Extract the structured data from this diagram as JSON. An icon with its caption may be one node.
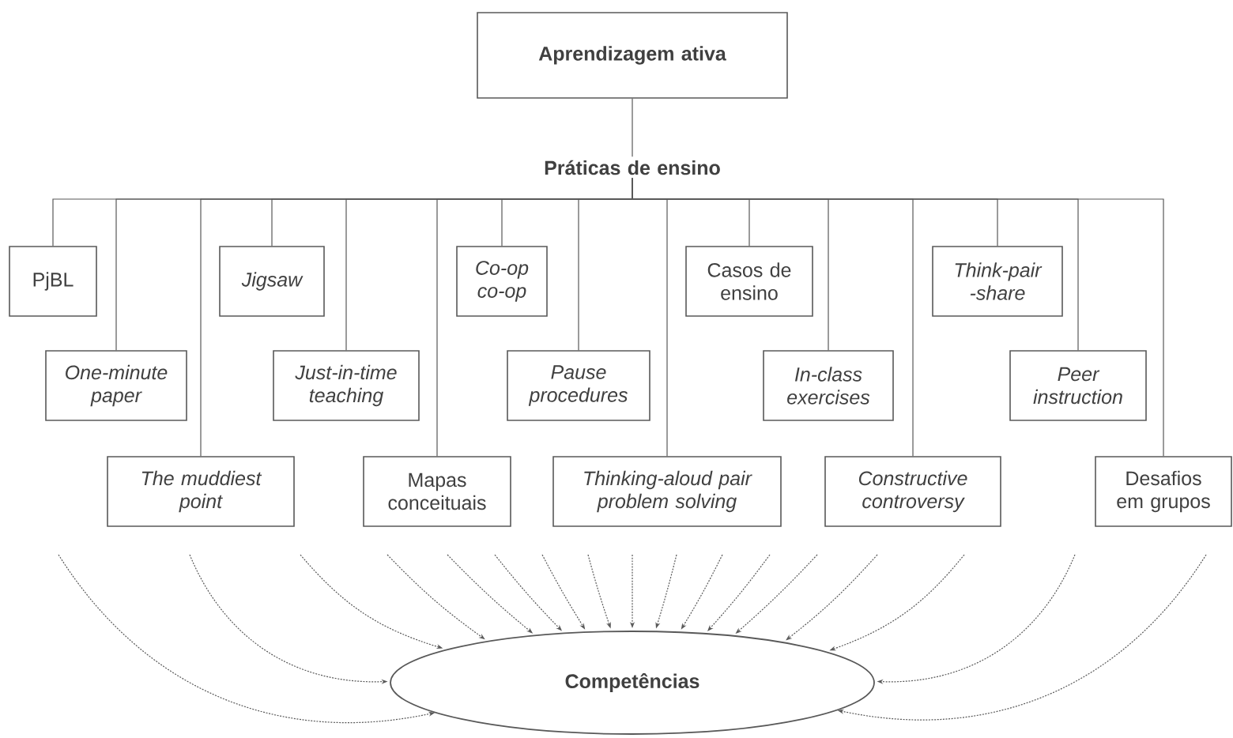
{
  "diagram": {
    "nodes": [
      {
        "text": [
          "Aprendizagem ativa"
        ]
      },
      {
        "text": [
          "Práticas de ensino"
        ]
      },
      {
        "text": [
          "PjBL"
        ]
      },
      {
        "text": [
          "One-minute paper"
        ]
      },
      {
        "text": [
          "The muddiest point"
        ]
      },
      {
        "text": [
          "Jigsaw"
        ]
      },
      {
        "text": [
          "Just-in-time teaching"
        ]
      },
      {
        "text": [
          "Mapas conceituais"
        ]
      },
      {
        "text": [
          "Co-op co-op"
        ]
      },
      {
        "text": [
          "Pause procedures"
        ]
      },
      {
        "text": [
          "Thinking-aloud pair problem solving"
        ]
      },
      {
        "text": [
          "Casos de ensino"
        ]
      },
      {
        "text": [
          "In-class exercises"
        ]
      },
      {
        "text": [
          "Constructive controversy"
        ]
      },
      {
        "text": [
          "Think-pair -share"
        ]
      },
      {
        "text": [
          "Peer instruction"
        ]
      },
      {
        "text": [
          "Desafios em grupos"
        ]
      },
      {
        "text": [
          "Competências"
        ]
      }
    ],
    "edges": [
      {
        "from": 0,
        "to": 1,
        "arrow": "none"
      },
      {
        "from": 1,
        "to": 2,
        "arrow": "none"
      },
      {
        "from": 1,
        "to": 3,
        "arrow": "none"
      },
      {
        "from": 1,
        "to": 4,
        "arrow": "none"
      },
      {
        "from": 1,
        "to": 5,
        "arrow": "none"
      },
      {
        "from": 1,
        "to": 6,
        "arrow": "none"
      },
      {
        "from": 1,
        "to": 7,
        "arrow": "none"
      },
      {
        "from": 1,
        "to": 8,
        "arrow": "none"
      },
      {
        "from": 1,
        "to": 9,
        "arrow": "none"
      },
      {
        "from": 1,
        "to": 10,
        "arrow": "none"
      },
      {
        "from": 1,
        "to": 11,
        "arrow": "none"
      },
      {
        "from": 1,
        "to": 12,
        "arrow": "none"
      },
      {
        "from": 1,
        "to": 13,
        "arrow": "none"
      },
      {
        "from": 1,
        "to": 14,
        "arrow": "none"
      },
      {
        "from": 1,
        "to": 15,
        "arrow": "none"
      },
      {
        "from": 1,
        "to": 16,
        "arrow": "none"
      },
      {
        "from": null,
        "to": 17,
        "arrow": "to",
        "style": "dashed"
      },
      {
        "from": null,
        "to": 17,
        "arrow": "to",
        "style": "dashed"
      },
      {
        "from": null,
        "to": 17,
        "arrow": "to",
        "style": "dashed"
      },
      {
        "from": null,
        "to": 17,
        "arrow": "to",
        "style": "dashed"
      },
      {
        "from": null,
        "to": 17,
        "arrow": "to",
        "style": "dashed"
      },
      {
        "from": null,
        "to": 17,
        "arrow": "to",
        "style": "dashed"
      },
      {
        "from": null,
        "to": 17,
        "arrow": "to",
        "style": "dashed"
      },
      {
        "from": null,
        "to": 17,
        "arrow": "to",
        "style": "dashed"
      },
      {
        "from": null,
        "to": 17,
        "arrow": "to",
        "style": "dashed"
      },
      {
        "from": null,
        "to": 17,
        "arrow": "to",
        "style": "dashed"
      },
      {
        "from": null,
        "to": 17,
        "arrow": "to",
        "style": "dashed"
      },
      {
        "from": null,
        "to": 17,
        "arrow": "to",
        "style": "dashed"
      },
      {
        "from": null,
        "to": 17,
        "arrow": "to",
        "style": "dashed"
      },
      {
        "from": null,
        "to": 17,
        "arrow": "to",
        "style": "dashed"
      },
      {
        "from": null,
        "to": 17,
        "arrow": "to",
        "style": "dashed"
      },
      {
        "from": null,
        "to": 17,
        "arrow": "to",
        "style": "dashed"
      },
      {
        "from": null,
        "to": 17,
        "arrow": "to",
        "style": "dashed"
      }
    ]
  }
}
